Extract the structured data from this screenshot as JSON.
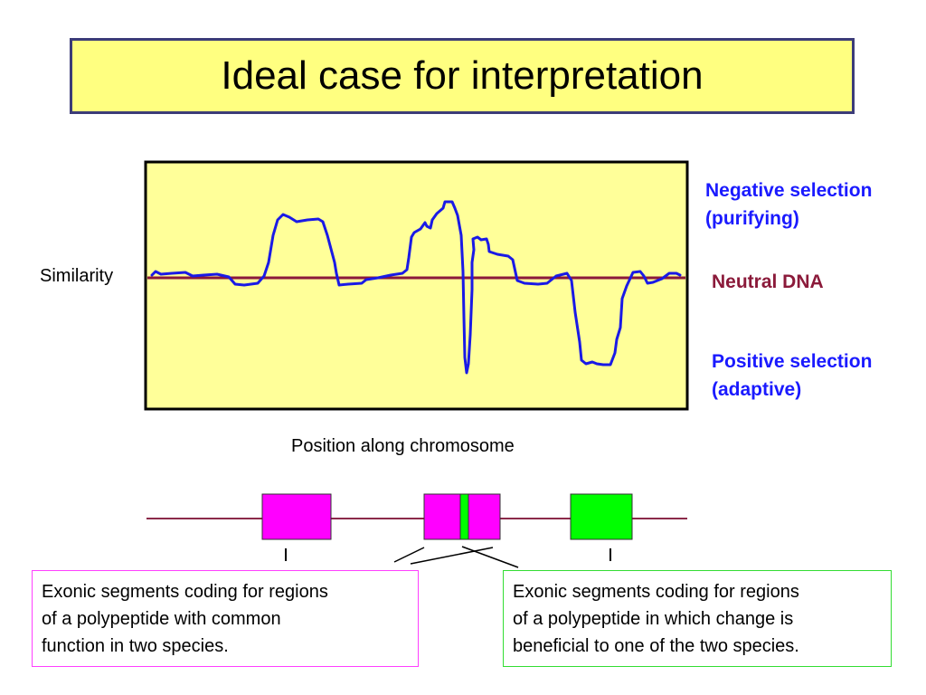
{
  "title": "Ideal case for interpretation",
  "plot": {
    "y_axis_label": "Similarity",
    "x_axis_label": "Position along chromosome"
  },
  "right_labels": {
    "negative": [
      "Negative selection",
      "(purifying)"
    ],
    "neutral": "Neutral DNA",
    "positive": [
      "Positive selection",
      "(adaptive)"
    ]
  },
  "notes": {
    "common_function": [
      "Exonic segments coding for regions",
      "of a polypeptide with common",
      "function in two species."
    ],
    "beneficial_change": [
      "Exonic segments coding for regions",
      "of a polypeptide in which change is",
      "beneficial to one of the two species."
    ]
  },
  "colors": {
    "title_bg": "#ffff80",
    "plot_bg": "#ffff99",
    "curve": "#1a1ae6",
    "neutral_line": "#8b1a3a",
    "exon_conserved": "#ff00ff",
    "exon_adaptive": "#00ff00",
    "chromosome_line": "#8b2a4a"
  },
  "icons": {
    "separator_left": "vertical-tick",
    "separator_right": "vertical-tick"
  }
}
